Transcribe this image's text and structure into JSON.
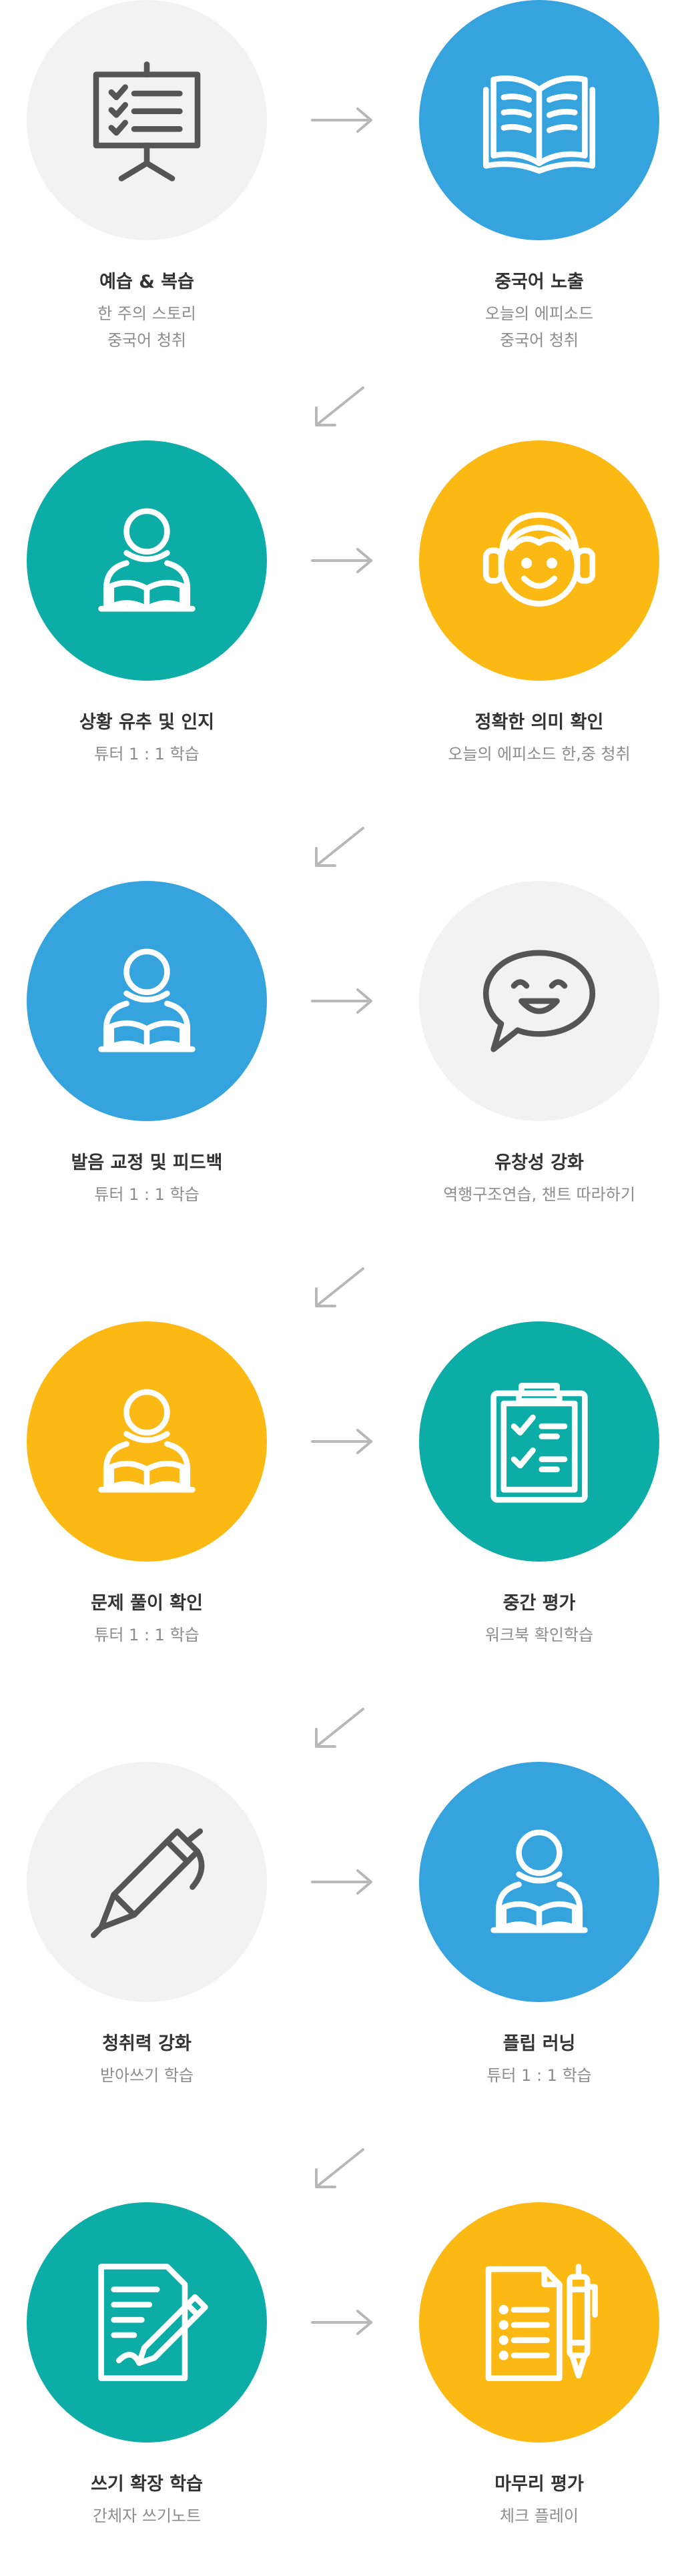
{
  "colors": {
    "grey": "#f2f2f2",
    "blue": "#34a3de",
    "teal": "#0dada7",
    "yellow": "#fdb913",
    "icon_dark": "#555555",
    "icon_light": "#ffffff",
    "arrow": "#b8b8b8"
  },
  "steps": [
    {
      "id": 0,
      "color": "grey",
      "icon": "presentation-board-icon",
      "title": "예습 & 복습",
      "sub": [
        "한 주의 스토리",
        "중국어 청취"
      ]
    },
    {
      "id": 1,
      "color": "blue",
      "icon": "open-book-icon",
      "title": "중국어 노출",
      "sub": [
        "오늘의 에피소드",
        "중국어 청취"
      ]
    },
    {
      "id": 2,
      "color": "teal",
      "icon": "reading-person-icon",
      "title": "상황 유추 및 인지",
      "sub": [
        "튜터 1 : 1 학습"
      ]
    },
    {
      "id": 3,
      "color": "yellow",
      "icon": "smiling-face-headphones-icon",
      "title": "정확한 의미 확인",
      "sub": [
        "오늘의 에피소드 한,중 청취"
      ]
    },
    {
      "id": 4,
      "color": "blue",
      "icon": "reading-person-icon",
      "title": "발음 교정 및 피드백",
      "sub": [
        "튜터 1 : 1 학습"
      ]
    },
    {
      "id": 5,
      "color": "grey",
      "icon": "speech-bubble-smile-icon",
      "title": "유창성 강화",
      "sub": [
        "역행구조연습, 챈트 따라하기"
      ]
    },
    {
      "id": 6,
      "color": "yellow",
      "icon": "reading-person-icon",
      "title": "문제 풀이 확인",
      "sub": [
        "튜터 1 : 1 학습"
      ]
    },
    {
      "id": 7,
      "color": "teal",
      "icon": "clipboard-checklist-icon",
      "title": "중간 평가",
      "sub": [
        "워크북 확인학습"
      ]
    },
    {
      "id": 8,
      "color": "grey",
      "icon": "pen-icon",
      "title": "청취력 강화",
      "sub": [
        "받아쓰기 학습"
      ]
    },
    {
      "id": 9,
      "color": "blue",
      "icon": "reading-person-icon",
      "title": "플립 러닝",
      "sub": [
        "튜터 1 : 1 학습"
      ]
    },
    {
      "id": 10,
      "color": "teal",
      "icon": "paper-and-pencil-icon",
      "title": "쓰기 확장 학습",
      "sub": [
        "간체자 쓰기노트"
      ]
    },
    {
      "id": 11,
      "color": "yellow",
      "icon": "document-and-pen-icon",
      "title": "마무리 평가",
      "sub": [
        "체크 플레이"
      ]
    }
  ]
}
